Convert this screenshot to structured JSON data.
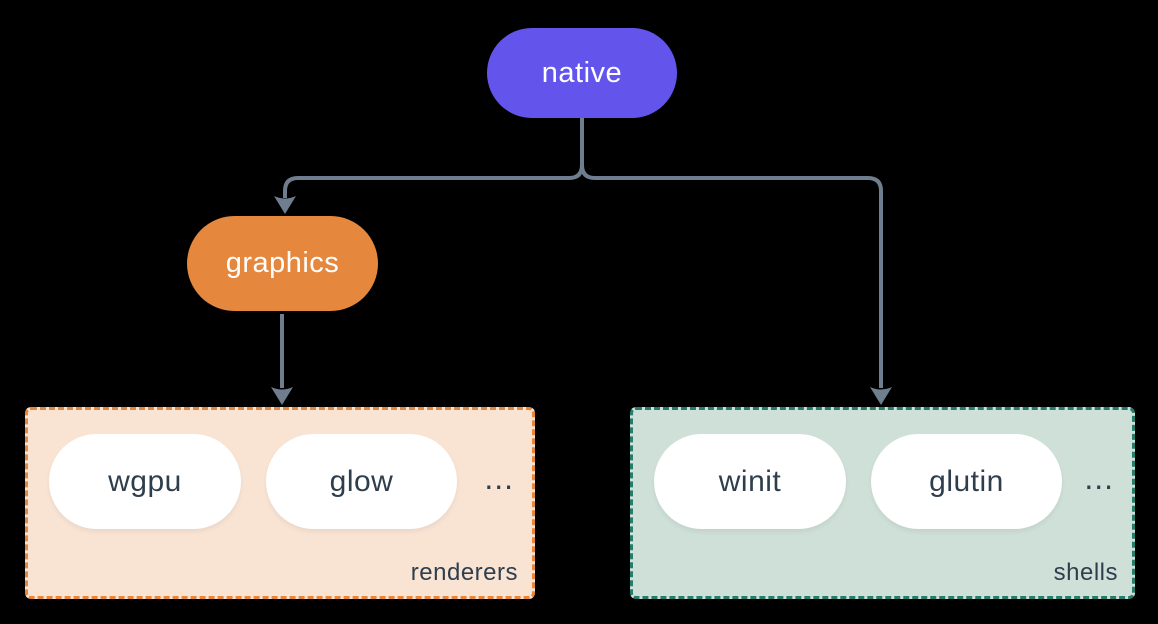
{
  "diagram": {
    "background": "#000000",
    "edge_color": "#6f7e8e",
    "nodes": {
      "native": {
        "label": "native",
        "color": "#6355ec",
        "text_color": "#ffffff"
      },
      "graphics": {
        "label": "graphics",
        "color": "#e5873c",
        "text_color": "#ffffff"
      }
    },
    "groups": {
      "renderers": {
        "label": "renderers",
        "fill": "#f9e4d4",
        "border": "#e5873c",
        "items": [
          "wgpu",
          "glow"
        ],
        "ellipsis": "...",
        "item_text_color": "#2f3e4d"
      },
      "shells": {
        "label": "shells",
        "fill": "#cfe0d8",
        "border": "#267d6c",
        "items": [
          "winit",
          "glutin"
        ],
        "ellipsis": "...",
        "item_text_color": "#2f3e4d"
      }
    },
    "edges": [
      {
        "from": "native",
        "to": "graphics"
      },
      {
        "from": "native",
        "to": "shells"
      },
      {
        "from": "graphics",
        "to": "renderers"
      }
    ]
  }
}
